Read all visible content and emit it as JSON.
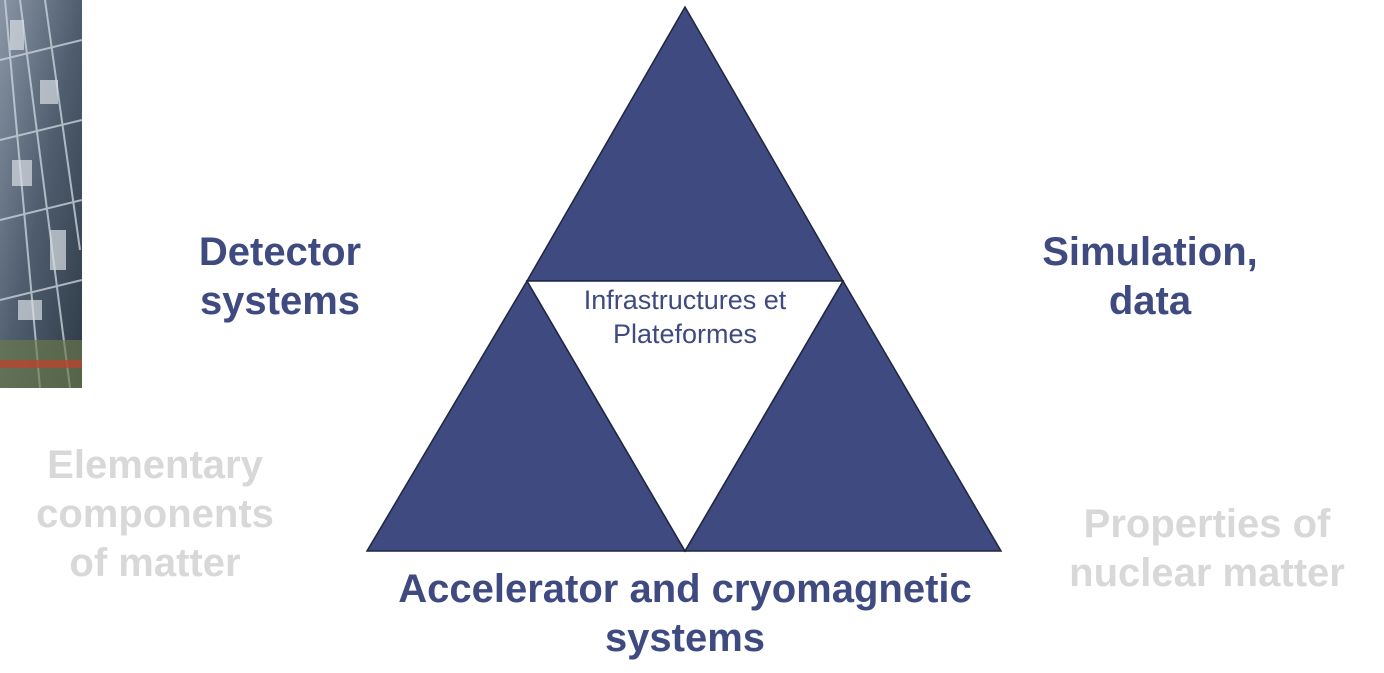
{
  "diagram": {
    "center": {
      "line1": "Infrastructures et",
      "line2": "Plateformes"
    },
    "labels": {
      "top_left": {
        "line1": "Detector",
        "line2": "systems"
      },
      "top_right": {
        "line1": "Simulation,",
        "line2": "data"
      },
      "bottom": {
        "line1": "Accelerator and cryomagnetic",
        "line2": "systems"
      },
      "faded_left": {
        "line1": "Elementary",
        "line2": "components",
        "line3": "of matter"
      },
      "faded_right": {
        "line1": "Properties of",
        "line2": "nuclear matter"
      }
    },
    "colors": {
      "triangle_fill": "#3e4a80",
      "primary_text": "#3e4a80",
      "faded_text": "#d8d8d8"
    }
  },
  "photo": {
    "icon": "detector-photo"
  }
}
